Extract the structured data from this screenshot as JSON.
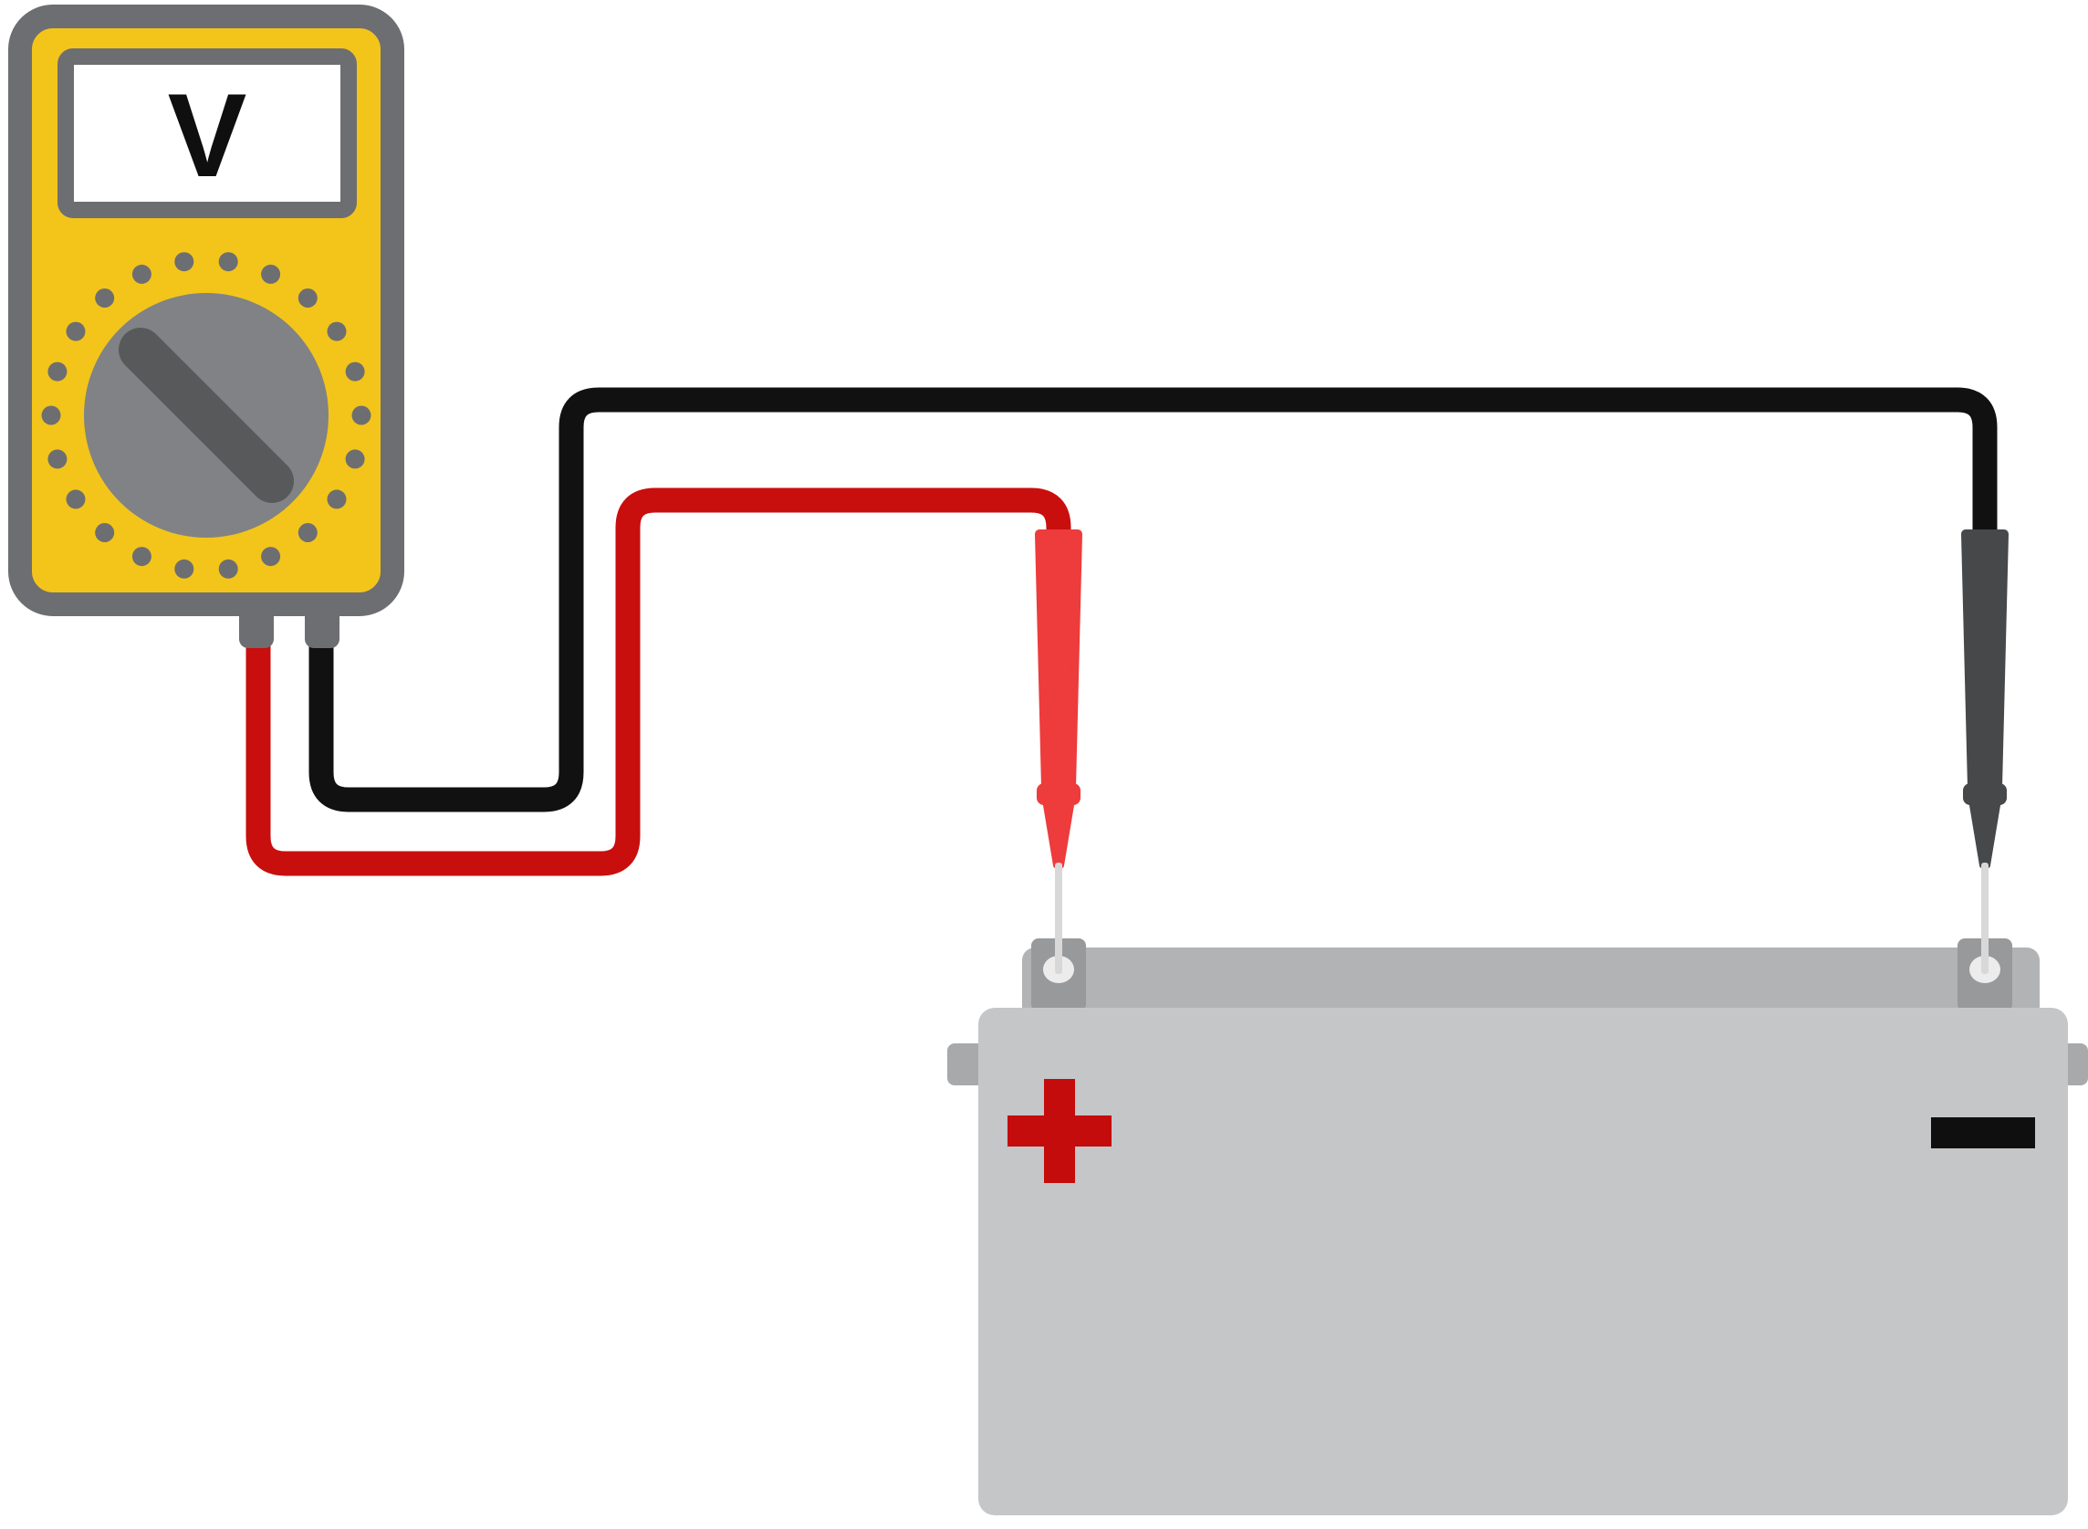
{
  "title": "Multimeter measuring battery voltage",
  "multimeter": {
    "display_value": "V",
    "dial": {
      "dot_count": 22
    }
  },
  "battery": {
    "positive_symbol": "+",
    "negative_symbol": "-"
  },
  "colors": {
    "mm_body": "#f3c51a",
    "mm_outline": "#6d6e71",
    "mm_dial": "#808285",
    "mm_knob": "#58595b",
    "display_bg": "#ffffff",
    "display_text": "#0f0f0f",
    "wire_positive": "#c90e0e",
    "wire_negative": "#111111",
    "probe_positive": "#ee3b3b",
    "probe_negative": "#46484a",
    "probe_tip": "#d8d8d8",
    "battery_body": "#c4c6c8",
    "battery_lid": "#b1b3b5",
    "battery_tab": "#a7a9ab",
    "terminal": "#97999b",
    "terminal_hole": "#ececec",
    "positive_red": "#c40c0c",
    "negative_black": "#0f0f0f"
  }
}
